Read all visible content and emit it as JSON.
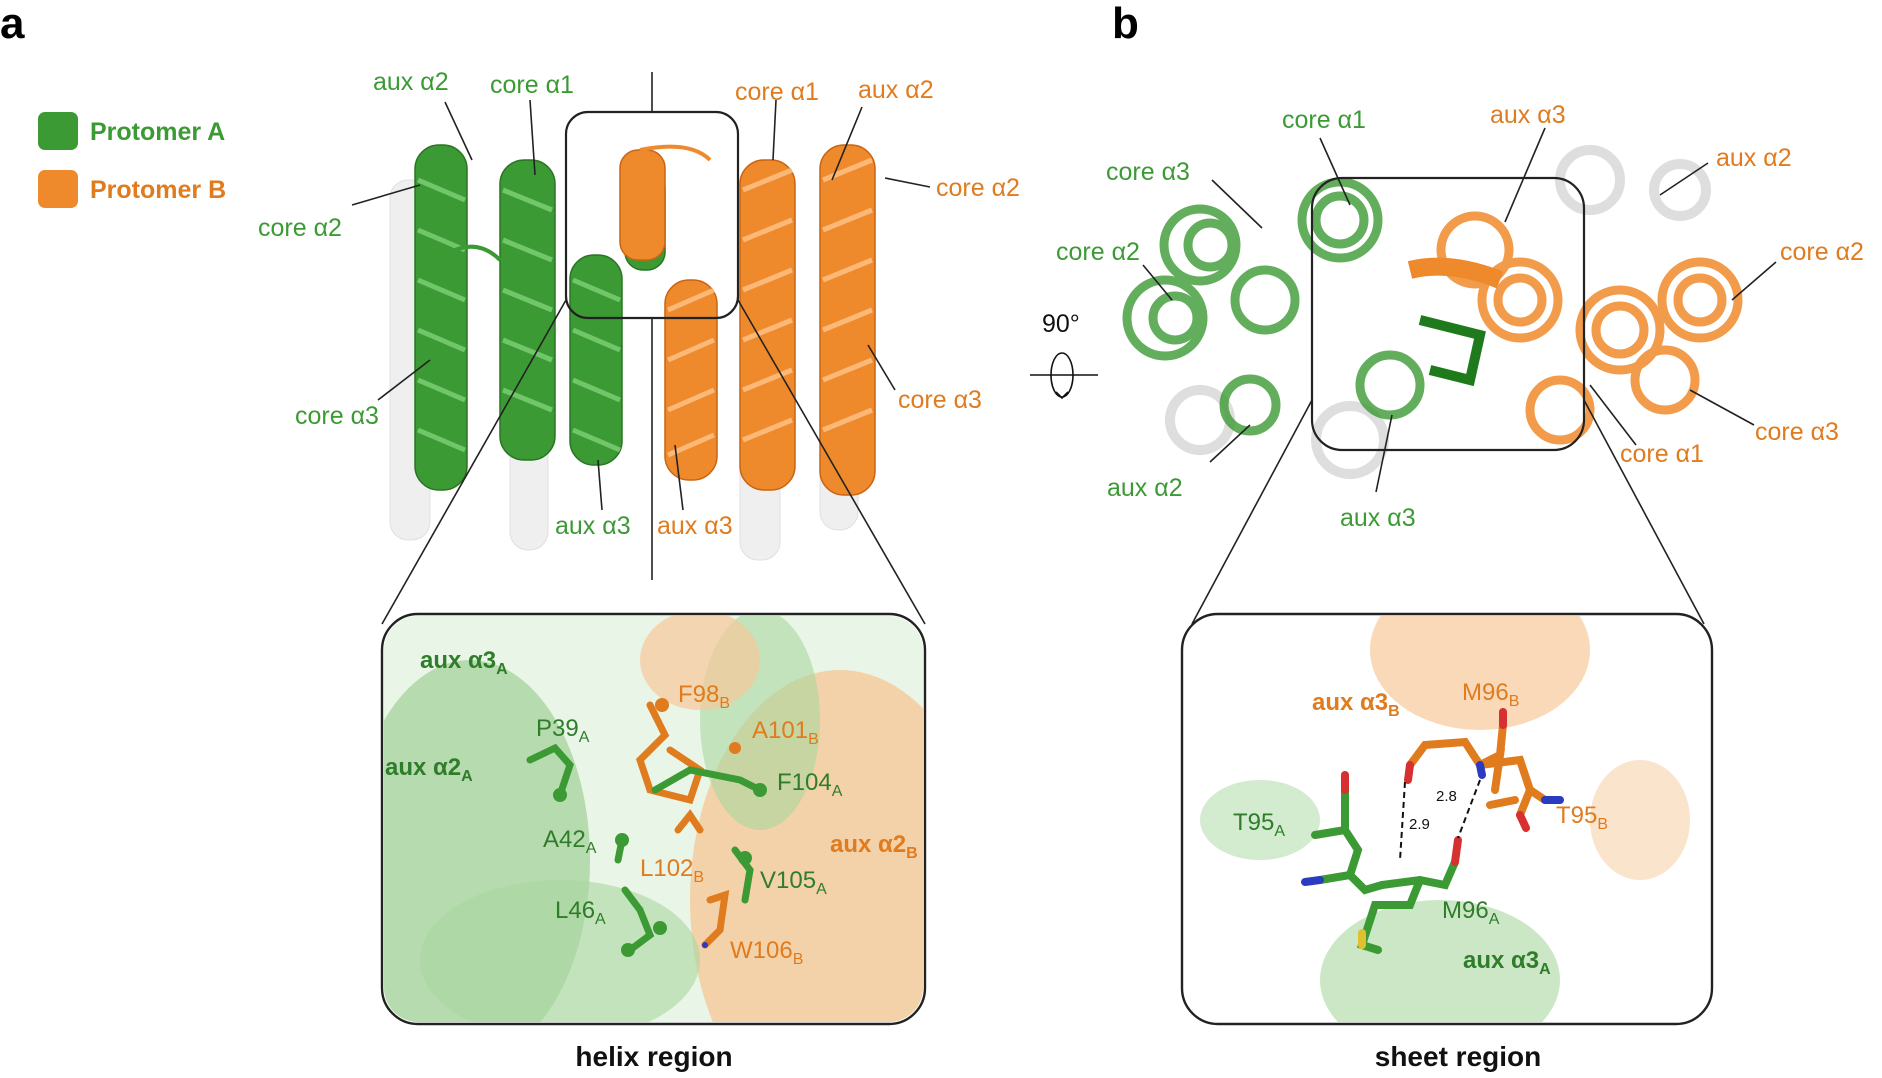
{
  "panels": {
    "a": {
      "letter": "a",
      "legend": [
        {
          "label": "Protomer A",
          "color": "#3c9a35"
        },
        {
          "label": "Protomer B",
          "color": "#ef8a2c"
        }
      ],
      "labels_green": {
        "aux_a2": "aux α2",
        "core_a1": "core α1",
        "core_a2": "core α2",
        "core_a3": "core α3",
        "aux_a3": "aux α3"
      },
      "labels_orange": {
        "core_a1": "core α1",
        "aux_a2": "aux α2",
        "core_a2": "core α2",
        "core_a3": "core α3",
        "aux_a3": "aux α3"
      },
      "inset": {
        "title_a3A": {
          "base": "aux α3",
          "sub": "A"
        },
        "title_a2A": {
          "base": "aux α2",
          "sub": "A"
        },
        "title_a2B": {
          "base": "aux α2",
          "sub": "B"
        },
        "residues": [
          {
            "id": "p39",
            "base": "P39",
            "sub": "A"
          },
          {
            "id": "f98",
            "base": "F98",
            "sub": "B"
          },
          {
            "id": "a101",
            "base": "A101",
            "sub": "B"
          },
          {
            "id": "f104",
            "base": "F104",
            "sub": "A"
          },
          {
            "id": "a42",
            "base": "A42",
            "sub": "A"
          },
          {
            "id": "l102",
            "base": "L102",
            "sub": "B"
          },
          {
            "id": "v105",
            "base": "V105",
            "sub": "A"
          },
          {
            "id": "l46",
            "base": "L46",
            "sub": "A"
          },
          {
            "id": "w106",
            "base": "W106",
            "sub": "B"
          }
        ],
        "caption": "helix region"
      }
    },
    "b": {
      "letter": "b",
      "rotation": "90°",
      "labels_green": {
        "core_a1": "core α1",
        "core_a3": "core α3",
        "core_a2": "core α2",
        "aux_a2": "aux α2",
        "aux_a3": "aux α3"
      },
      "labels_orange": {
        "aux_a3": "aux α3",
        "aux_a2": "aux α2",
        "core_a2": "core α2",
        "core_a3": "core α3",
        "core_a1": "core α1"
      },
      "inset": {
        "title_a3B": {
          "base": "aux α3",
          "sub": "B"
        },
        "title_a3A": {
          "base": "aux α3",
          "sub": "A"
        },
        "residues": [
          {
            "id": "m96b",
            "base": "M96",
            "sub": "B"
          },
          {
            "id": "t95a",
            "base": "T95",
            "sub": "A"
          },
          {
            "id": "t95b",
            "base": "T95",
            "sub": "B"
          },
          {
            "id": "m96a",
            "base": "M96",
            "sub": "A"
          }
        ],
        "distances": [
          "2.8",
          "2.9"
        ],
        "caption": "sheet region"
      }
    }
  },
  "colors": {
    "green": "#3c9a35",
    "orange": "#ef8a2c",
    "grey": "#d9d9d9"
  }
}
